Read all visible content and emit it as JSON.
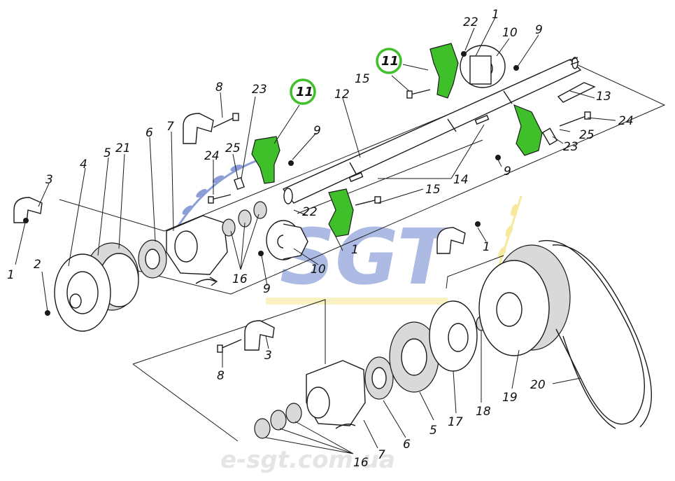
{
  "colors": {
    "highlight": "#3fbf2a",
    "watermark_blue": "#2c4fb8",
    "watermark_yellow": "#f0d84a",
    "ink": "#1a1a1a"
  },
  "watermark": {
    "logo": "SGT",
    "url": "e-sgt.com.ua"
  },
  "callouts": {
    "c1a": "1",
    "c1b": "1",
    "c1c": "1",
    "c1d": "1",
    "c2": "2",
    "c3a": "3",
    "c3b": "3",
    "c4": "4",
    "c5a": "5",
    "c5b": "5",
    "c6a": "6",
    "c6b": "6",
    "c7a": "7",
    "c7b": "7",
    "c8a": "8",
    "c8b": "8",
    "c9a": "9",
    "c9b": "9",
    "c9c": "9",
    "c9d": "9",
    "c10a": "10",
    "c10b": "10",
    "c11a": "11",
    "c11b": "11",
    "c12": "12",
    "c13": "13",
    "c14": "14",
    "c15a": "15",
    "c15b": "15",
    "c16a": "16",
    "c16b": "16",
    "c17": "17",
    "c18": "18",
    "c19": "19",
    "c20": "20",
    "c21": "21",
    "c22a": "22",
    "c22b": "22",
    "c23a": "23",
    "c23b": "23",
    "c24a": "24",
    "c24b": "24",
    "c25a": "25",
    "c25b": "25"
  }
}
